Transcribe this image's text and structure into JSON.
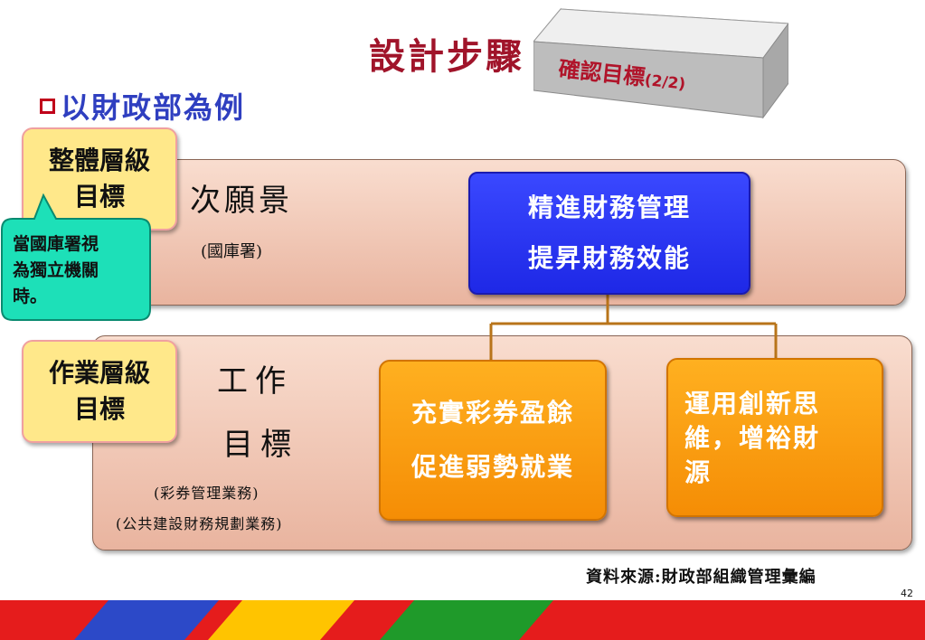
{
  "title": {
    "main": "設計步驟",
    "sub": "確認目標",
    "sub_page": "(2/2)"
  },
  "heading": "以財政部為例",
  "levels": {
    "top": {
      "line1": "整體層級",
      "line2": "目標"
    },
    "bottom": {
      "line1": "作業層級",
      "line2": "目標"
    }
  },
  "callout": {
    "line1": "當國庫署視",
    "line2": "為獨立機關",
    "line3": "時。"
  },
  "tier1": {
    "name": "次願景",
    "org": "(國庫署)",
    "goal_line1": "精進財務管理",
    "goal_line2": "提昇財務效能"
  },
  "tier2": {
    "name_line1": "工作",
    "name_line2": "目標",
    "biz1": "(彩券管理業務)",
    "biz2": "(公共建設財務規劃業務)",
    "goal1_line1": "充實彩券盈餘",
    "goal1_line2": "促進弱勢就業",
    "goal2_line1": "運用創新思",
    "goal2_line2": "維，增裕財",
    "goal2_line3": "源"
  },
  "source": "資料來源:財政部組織管理彙編",
  "page_number": "42",
  "colors": {
    "title": "#a0142a",
    "heading": "#2f3fc0",
    "blue_box": "#2430f0",
    "orange_box": "#f7990e",
    "connector": "#b8741a",
    "callout": "#1de0b8"
  }
}
